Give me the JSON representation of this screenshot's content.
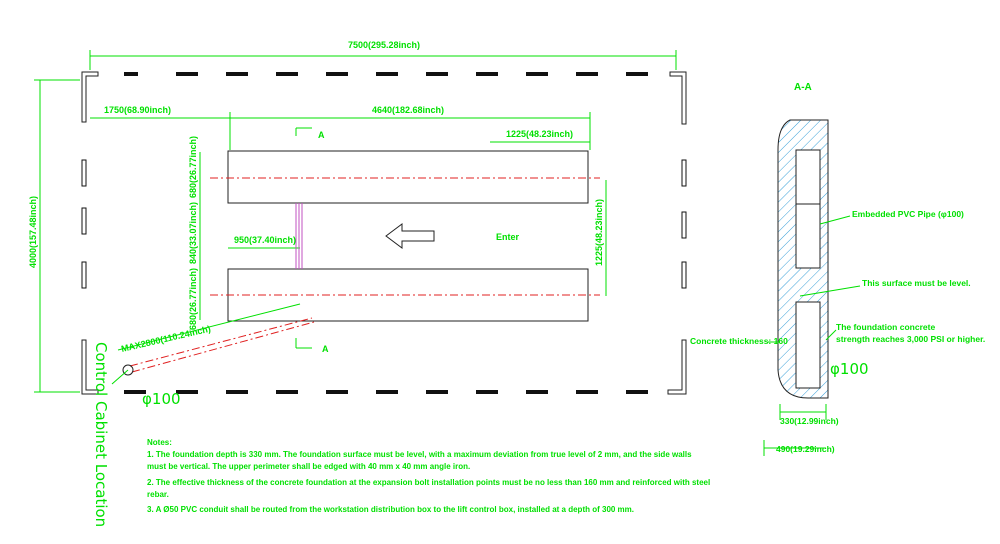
{
  "plan": {
    "overall_width": "7500(295.28inch)",
    "overall_height": "4000(157.48inch)",
    "offset_left": "1750(68.90inch)",
    "pit_length": "4640(182.68inch)",
    "right_segment": "1225(48.23inch)",
    "right_height": "1225(48.23inch)",
    "left_upper": "680(26.77inch)",
    "left_middle": "840(33.07inch)",
    "left_lower": "680(26.77inch)",
    "gap": "950(37.40inch)",
    "max_conduit": "MAX2800(110.24inch)",
    "enter": "Enter",
    "section_mark": "A",
    "pipe_dia": "φ100",
    "control_cabinet": "Control Cabinet Location"
  },
  "section": {
    "title": "A-A",
    "pvc_pipe": "Embedded PVC Pipe (φ100)",
    "level_surface": "This surface must be level.",
    "concrete_strength_1": "The foundation concrete",
    "concrete_strength_2": "strength reaches 3,000 PSI or higher.",
    "concrete_thickness": "Concrete thickness: 160",
    "pipe_dia": "φ100",
    "depth": "330(12.99inch)",
    "width": "490(19.29inch)"
  },
  "notes": {
    "heading": "Notes:",
    "line1": "1. The foundation depth is 330 mm. The foundation surface must be level, with a maximum deviation from true level of 2 mm, and the side walls",
    "line2": "must be vertical. The upper perimeter shall be edged with 40 mm x 40 mm angle iron.",
    "line3": "2. The effective thickness of the concrete foundation at the expansion bolt installation points must be no less than 160 mm and reinforced with steel",
    "line4": "rebar.",
    "line5": "3. A Ø50 PVC conduit shall be routed from the workstation distribution box to the lift control box, installed at a depth of 300 mm."
  }
}
